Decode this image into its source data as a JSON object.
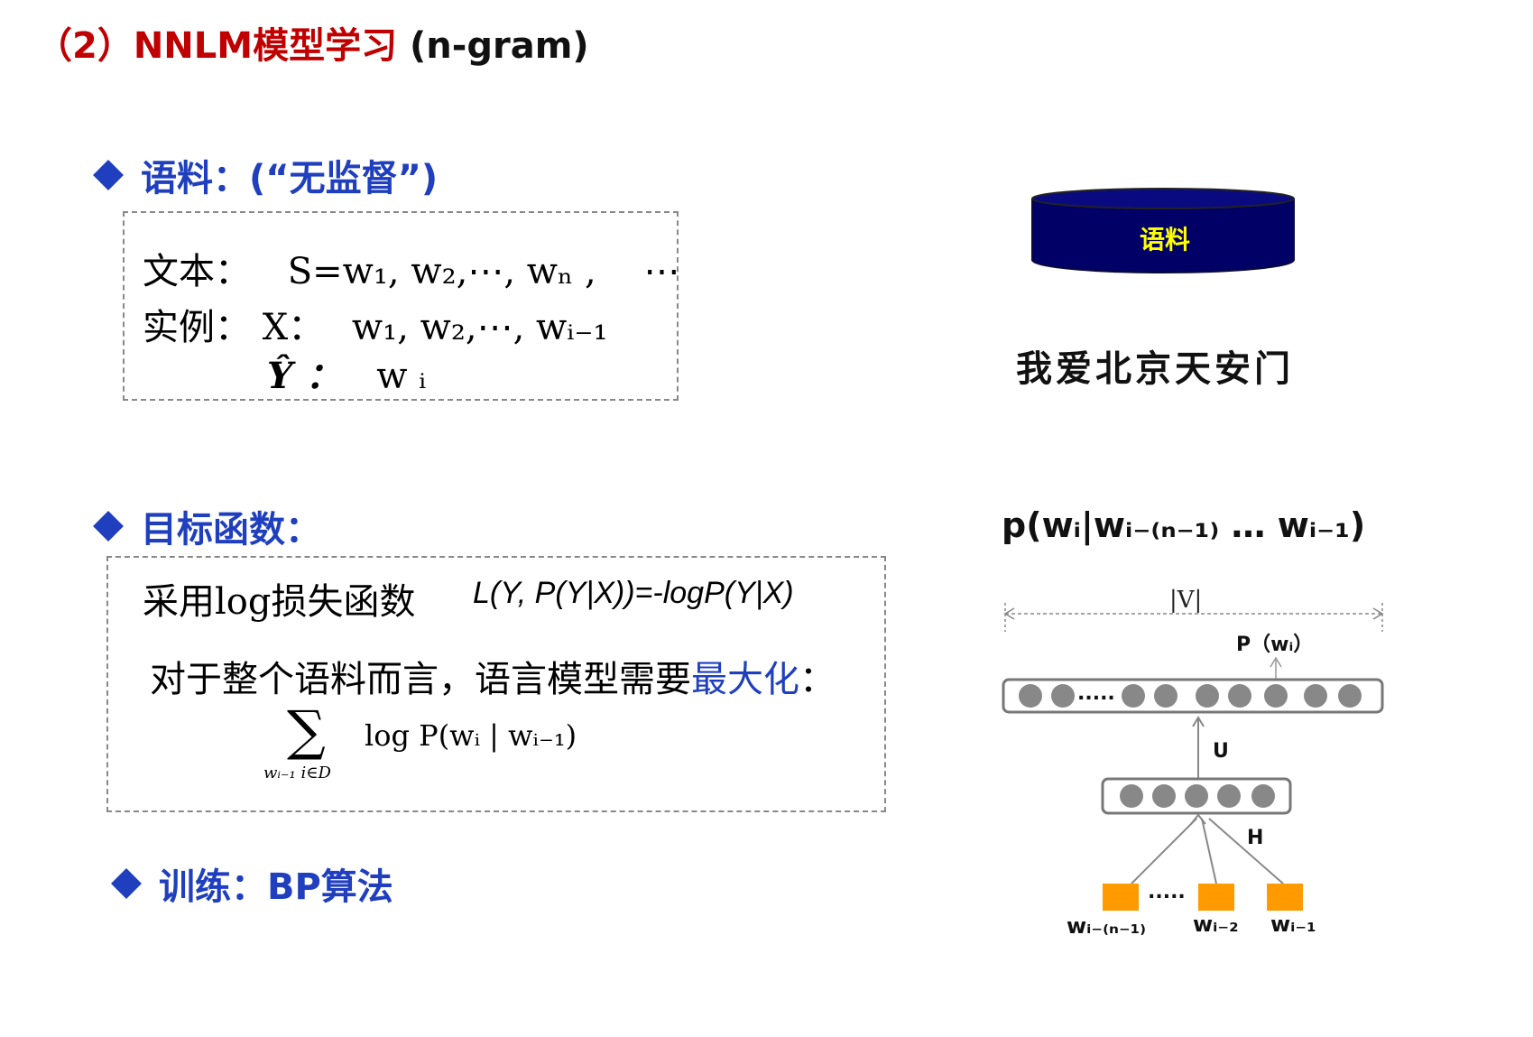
{
  "title": {
    "main": "（2）NNLM模型学习",
    "suffix": "(n-gram)"
  },
  "corpus": {
    "bullet": "语料：(“无监督”)",
    "text_label": "文本：",
    "text_seq": "S=w₁, w₂,⋯, wₙ ,",
    "text_dots": "⋯",
    "instance_label": "实例：",
    "x_label": "X：",
    "x_seq": "w₁, w₂,⋯, wᵢ₋₁",
    "y_label": "Ŷ ：",
    "y_val": "w ᵢ"
  },
  "objective": {
    "bullet": "目标函数：",
    "loss_text": "采用log损失函数",
    "loss_formula": "L(Y, P(Y|X))=-logP(Y|X)",
    "maximize_prefix": "对于整个语料而言，语言模型需要",
    "maximize_emph": "最大化",
    "maximize_suffix": "：",
    "sum_symbol": "∑",
    "sum_sub": "wᵢ₋₁ i∈D",
    "sum_body": "log P(wᵢ | wᵢ₋₁)"
  },
  "training": {
    "bullet": "训练：BP算法"
  },
  "corpus_db": {
    "label": "语料",
    "sentence": "我爱北京天安门"
  },
  "network": {
    "prob_title": "p(wᵢ|wᵢ₋₍ₙ₋₁₎ … wᵢ₋₁)",
    "vocab_label": "|V|",
    "output_label": "P（wᵢ）",
    "u_label": "U",
    "h_label": "H",
    "dots": ".....",
    "inputs": [
      "wᵢ₋₍ₙ₋₁₎",
      "wᵢ₋₂",
      "wᵢ₋₁"
    ]
  }
}
